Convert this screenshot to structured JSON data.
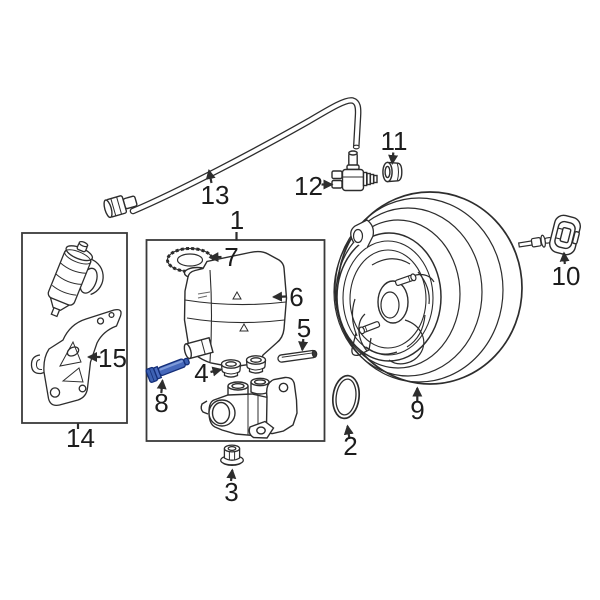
{
  "page": {
    "background": "#ffffff"
  },
  "diagram": {
    "kind": "exploded-parts-line-drawing",
    "colors": {
      "line": "#2d2d2d",
      "box_border": "#3a3a3a",
      "label_text": "#1c1c1c",
      "highlight_fill": "#4668bb",
      "highlight_stroke": "#142e78"
    },
    "highlighted_callout": "8",
    "callouts": [
      {
        "label": "1",
        "name": "master-cylinder-assembly-box"
      },
      {
        "label": "2",
        "name": "o-ring"
      },
      {
        "label": "3",
        "name": "flange-nut"
      },
      {
        "label": "4",
        "name": "reservoir-grommets"
      },
      {
        "label": "5",
        "name": "retaining-pin"
      },
      {
        "label": "6",
        "name": "fluid-reservoir"
      },
      {
        "label": "7",
        "name": "reservoir-cap"
      },
      {
        "label": "8",
        "name": "mounting-bolt-highlighted"
      },
      {
        "label": "9",
        "name": "power-brake-booster"
      },
      {
        "label": "10",
        "name": "pushrod-retainer"
      },
      {
        "label": "11",
        "name": "hose-bushing"
      },
      {
        "label": "12",
        "name": "check-valve"
      },
      {
        "label": "13",
        "name": "vacuum-hose"
      },
      {
        "label": "14",
        "name": "pump-assembly-box"
      },
      {
        "label": "15",
        "name": "pump-bracket"
      }
    ]
  }
}
